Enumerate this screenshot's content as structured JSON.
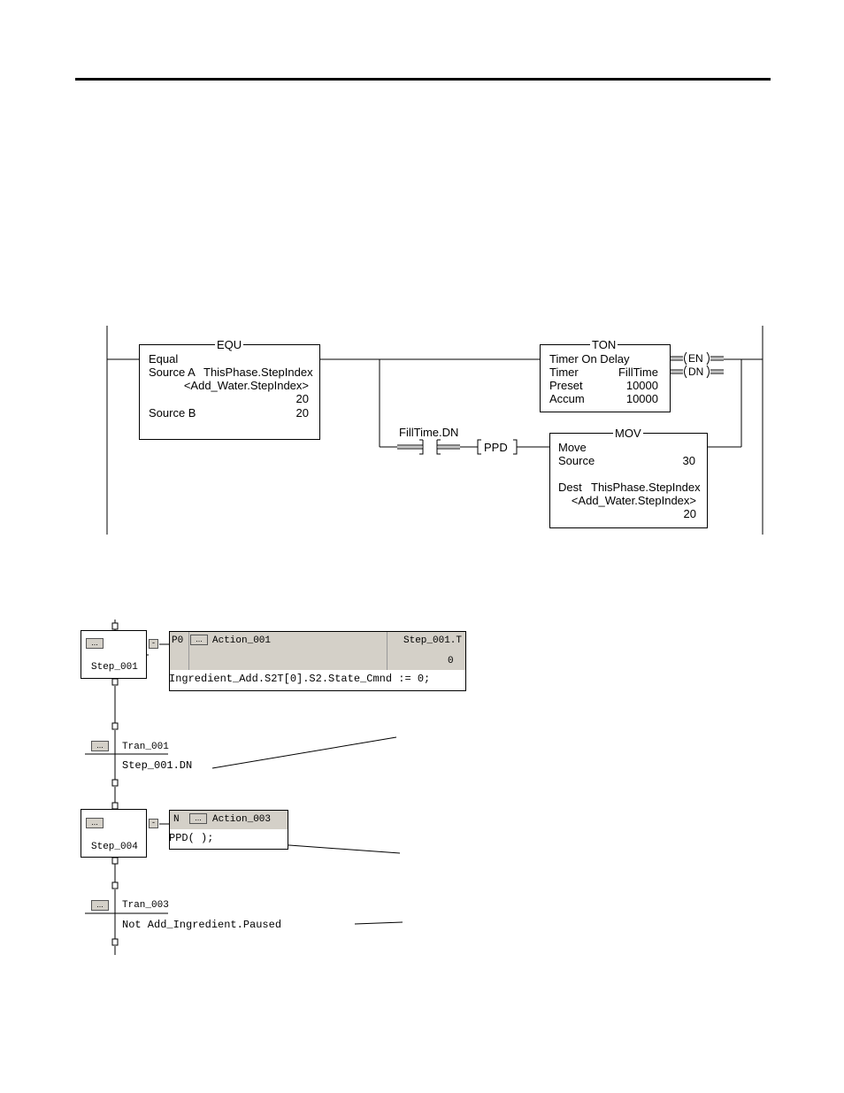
{
  "ladder": {
    "equ": {
      "title": "EQU",
      "name": "Equal",
      "src_a_label": "Source A",
      "src_a_tag": "ThisPhase.StepIndex",
      "src_a_alias": "<Add_Water.StepIndex>",
      "src_a_value": "20",
      "src_b_label": "Source B",
      "src_b_value": "20"
    },
    "ton": {
      "title": "TON",
      "name": "Timer On Delay",
      "timer_label": "Timer",
      "timer_tag": "FillTime",
      "preset_label": "Preset",
      "preset_value": "10000",
      "accum_label": "Accum",
      "accum_value": "10000",
      "en": "EN",
      "dn": "DN"
    },
    "contact": {
      "tag": "FillTime.DN"
    },
    "ppd": {
      "label": "PPD"
    },
    "mov": {
      "title": "MOV",
      "name": "Move",
      "source_label": "Source",
      "source_value": "30",
      "dest_label": "Dest",
      "dest_tag": "ThisPhase.StepIndex",
      "dest_alias": "<Add_Water.StepIndex>",
      "dest_value": "20"
    }
  },
  "sfc": {
    "step1": {
      "name": "Step_001"
    },
    "action1": {
      "qualifier": "P0",
      "name": "Action_001",
      "step_tag": "Step_001.T",
      "value": "0",
      "body": "Ingredient_Add.S2T[0].S2.State_Cmnd := 0;"
    },
    "tran1": {
      "name": "Tran_001",
      "condition": "Step_001.DN"
    },
    "step2": {
      "name": "Step_004"
    },
    "action2": {
      "qualifier": "N",
      "name": "Action_003",
      "body": "PPD( );"
    },
    "tran2": {
      "name": "Tran_003",
      "condition": "Not Add_Ingredient.Paused"
    },
    "button_label": "...",
    "collapse_label": "-"
  }
}
